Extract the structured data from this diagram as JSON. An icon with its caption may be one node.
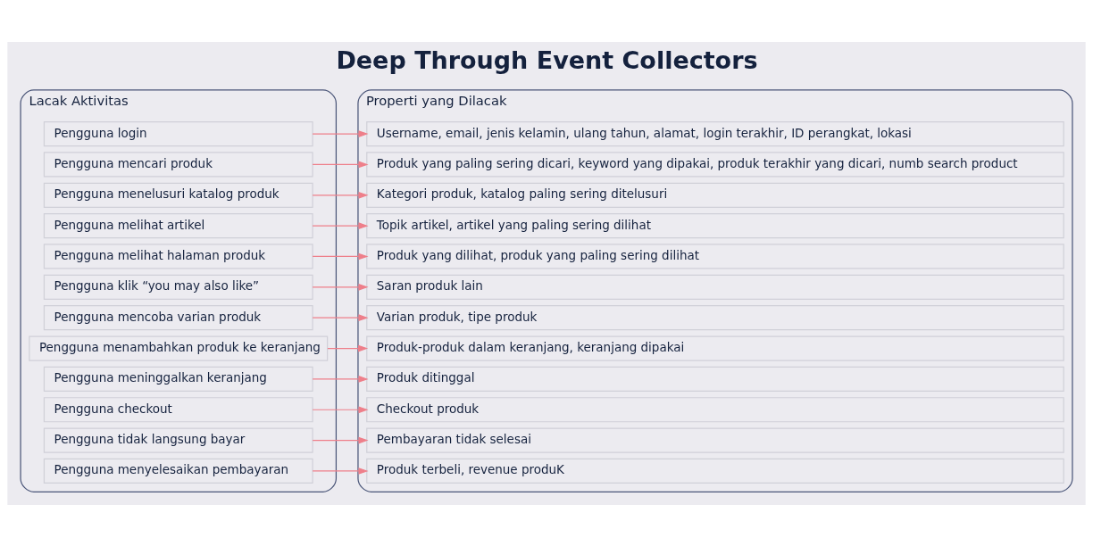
{
  "diagram": {
    "title": "Deep Through Event Collectors",
    "nodes": [
      {
        "text": [
          "Lacak Aktivitas"
        ]
      },
      {
        "text": [
          "Pengguna login"
        ],
        "in": 0
      },
      {
        "text": [
          "Pengguna mencari produk"
        ],
        "in": 0
      },
      {
        "text": [
          "Pengguna menelusuri katalog produk"
        ],
        "in": 0
      },
      {
        "text": [
          "Pengguna melihat artikel"
        ],
        "in": 0
      },
      {
        "text": [
          "Pengguna melihat halaman produk"
        ],
        "in": 0
      },
      {
        "text": [
          "Pengguna klik “you may also like”"
        ],
        "in": 0
      },
      {
        "text": [
          "Pengguna mencoba varian produk"
        ],
        "in": 0
      },
      {
        "text": [
          "Pengguna menambahkan produk ke keranjang"
        ],
        "in": 0
      },
      {
        "text": [
          "Pengguna meninggalkan keranjang"
        ],
        "in": 0
      },
      {
        "text": [
          "Pengguna checkout"
        ],
        "in": 0
      },
      {
        "text": [
          "Pengguna tidak langsung bayar"
        ],
        "in": 0
      },
      {
        "text": [
          "Pengguna menyelesaikan pembayaran"
        ],
        "in": 0
      },
      {
        "text": [
          "Properti yang Dilacak"
        ]
      },
      {
        "text": [
          "Username, email, jenis kelamin, ulang tahun, alamat, login terakhir, ID perangkat, lokasi"
        ],
        "in": 13
      },
      {
        "text": [
          "Produk yang paling sering dicari, keyword yang dipakai, produk terakhir yang dicari, numb search product"
        ],
        "in": 13
      },
      {
        "text": [
          "Kategori produk, katalog paling sering ditelusuri"
        ],
        "in": 13
      },
      {
        "text": [
          "Topik artikel, artikel yang paling sering dilihat"
        ],
        "in": 13
      },
      {
        "text": [
          "Produk yang dilihat, produk yang paling sering dilihat"
        ],
        "in": 13
      },
      {
        "text": [
          "Saran produk lain"
        ],
        "in": 13
      },
      {
        "text": [
          "Varian produk, tipe produk"
        ],
        "in": 13
      },
      {
        "text": [
          "Produk-produk dalam keranjang, keranjang dipakai"
        ],
        "in": 13
      },
      {
        "text": [
          "Produk ditinggal"
        ],
        "in": 13
      },
      {
        "text": [
          "Checkout produk"
        ],
        "in": 13
      },
      {
        "text": [
          "Pembayaran tidak selesai"
        ],
        "in": 13
      },
      {
        "text": [
          "Produk terbeli, revenue produK"
        ],
        "in": 13
      }
    ],
    "edges": [
      {
        "from": 1,
        "to": 14,
        "arrow": "to"
      },
      {
        "from": 2,
        "to": 15,
        "arrow": "to"
      },
      {
        "from": 3,
        "to": 16,
        "arrow": "to"
      },
      {
        "from": 4,
        "to": 17,
        "arrow": "to"
      },
      {
        "from": 5,
        "to": 18,
        "arrow": "to"
      },
      {
        "from": 6,
        "to": 19,
        "arrow": "to"
      },
      {
        "from": 7,
        "to": 20,
        "arrow": "to"
      },
      {
        "from": 8,
        "to": 21,
        "arrow": "to"
      },
      {
        "from": 9,
        "to": 22,
        "arrow": "to"
      },
      {
        "from": 10,
        "to": 23,
        "arrow": "to"
      },
      {
        "from": 11,
        "to": 24,
        "arrow": "to"
      },
      {
        "from": 12,
        "to": 25,
        "arrow": "to"
      }
    ]
  }
}
